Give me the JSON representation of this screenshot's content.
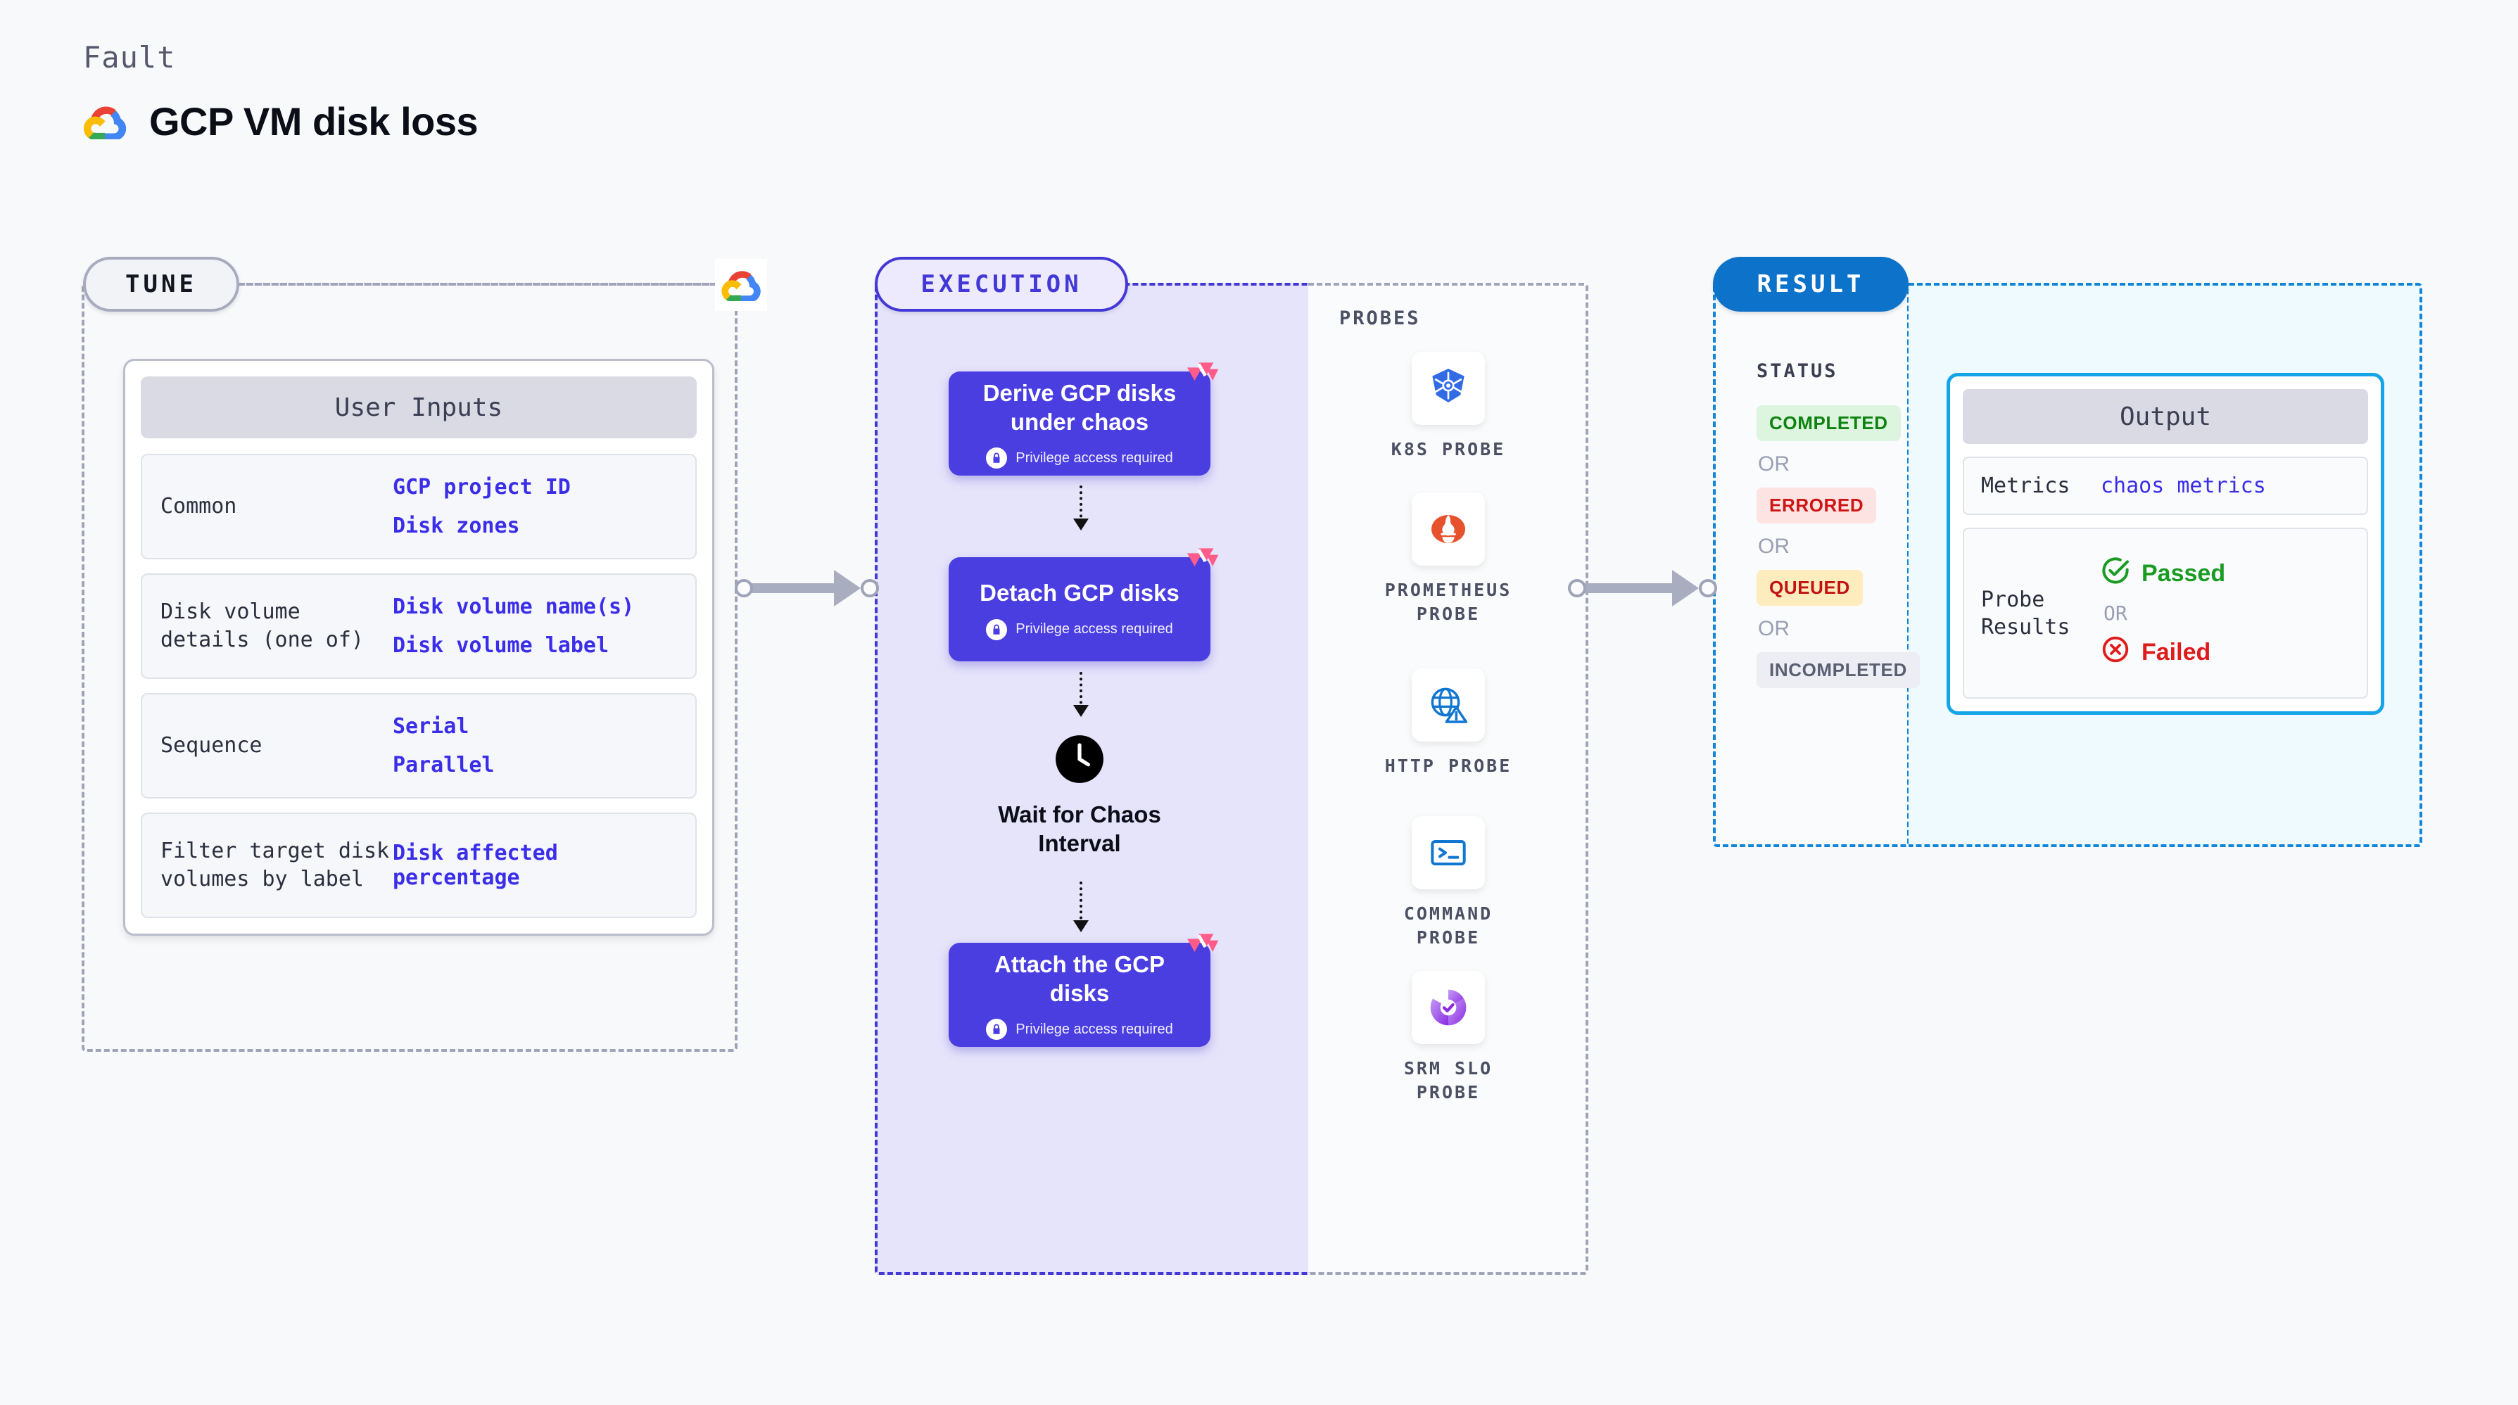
{
  "header": {
    "kicker": "Fault",
    "title": "GCP VM disk loss",
    "logo_icon": "gcp-logo-icon"
  },
  "tune": {
    "pill_label": "TUNE",
    "provider_icon": "gcp-logo-icon",
    "user_inputs": {
      "heading": "User Inputs",
      "rows": [
        {
          "key": "Common",
          "values": [
            "GCP project ID",
            "Disk zones"
          ]
        },
        {
          "key": "Disk volume details (one of)",
          "values": [
            "Disk volume name(s)",
            "Disk volume label"
          ]
        },
        {
          "key": "Sequence",
          "values": [
            "Serial",
            "Parallel"
          ]
        },
        {
          "key": "Filter target disk volumes by label",
          "values": [
            "Disk affected percentage"
          ]
        }
      ]
    }
  },
  "execution": {
    "pill_label": "EXECUTION",
    "steps": [
      {
        "name": "Derive GCP disks under chaos",
        "privilege": "Privilege access required",
        "badge_icon": "litmus-logo-icon",
        "lock_icon": "lock-icon"
      },
      {
        "name": "Detach GCP disks",
        "privilege": "Privilege access required",
        "badge_icon": "litmus-logo-icon",
        "lock_icon": "lock-icon"
      },
      {
        "name": "Attach the GCP disks",
        "privilege": "Privilege access required",
        "badge_icon": "litmus-logo-icon",
        "lock_icon": "lock-icon"
      }
    ],
    "wait_node": {
      "label": "Wait for Chaos Interval",
      "icon": "clock-icon"
    }
  },
  "probes": {
    "title": "PROBES",
    "items": [
      {
        "name": "K8S PROBE",
        "icon": "kubernetes-icon"
      },
      {
        "name": "PROMETHEUS PROBE",
        "icon": "prometheus-icon"
      },
      {
        "name": "HTTP PROBE",
        "icon": "http-globe-warning-icon"
      },
      {
        "name": "COMMAND PROBE",
        "icon": "terminal-icon"
      },
      {
        "name": "SRM SLO PROBE",
        "icon": "srm-slo-icon"
      }
    ]
  },
  "result": {
    "pill_label": "RESULT",
    "status_title": "STATUS",
    "or_label": "OR",
    "statuses": [
      {
        "label": "COMPLETED",
        "variant": "completed"
      },
      {
        "label": "ERRORED",
        "variant": "errored"
      },
      {
        "label": "QUEUED",
        "variant": "queued"
      },
      {
        "label": "INCOMPLETED",
        "variant": "incomplete"
      }
    ]
  },
  "output": {
    "heading": "Output",
    "metrics_key": "Metrics",
    "metrics_value": "chaos metrics",
    "probe_results_key": "Probe Results",
    "passed_label": "Passed",
    "failed_label": "Failed",
    "or_label": "OR",
    "passed_icon": "check-circle-icon",
    "failed_icon": "x-circle-icon"
  },
  "colors": {
    "accent_purple": "#4a3ee0",
    "accent_blue": "#0d72c9",
    "output_border": "#14a4e8",
    "litmus_pink": "#ff5c8a",
    "value_text": "#3b2ee8",
    "passed_green": "#1a9b22",
    "failed_red": "#e01b1b"
  }
}
